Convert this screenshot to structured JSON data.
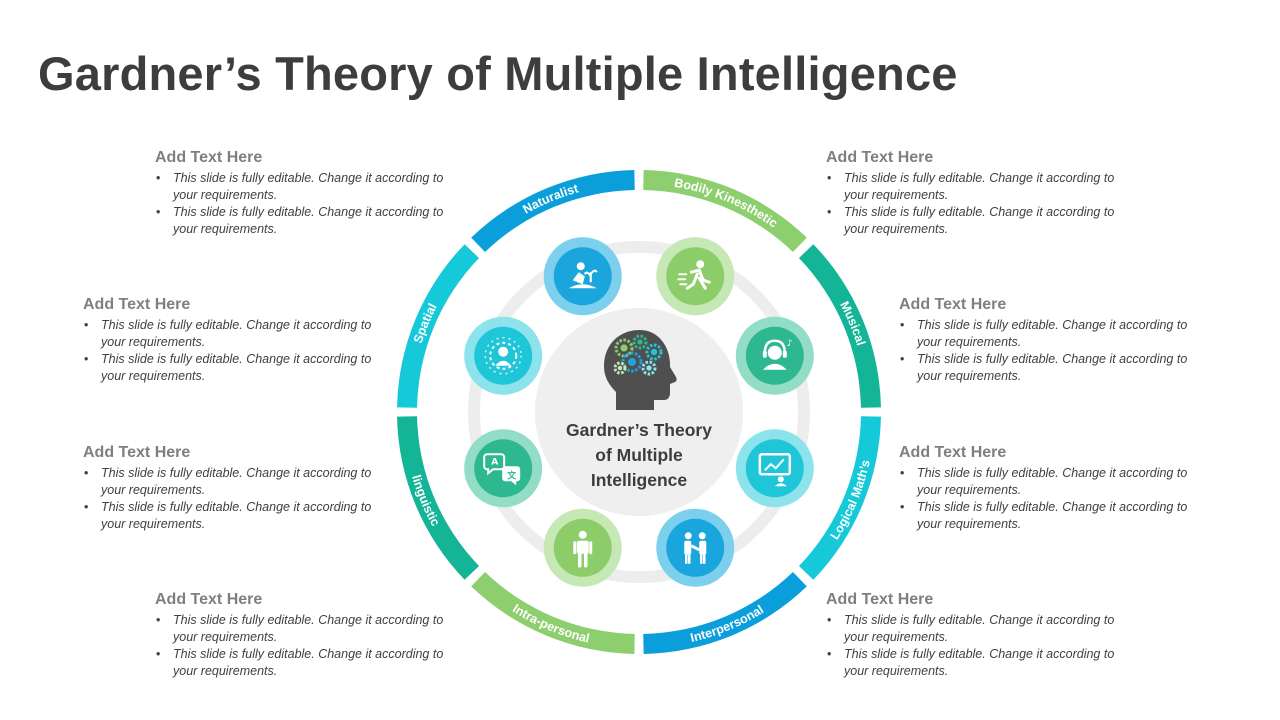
{
  "title": "Gardner’s Theory of Multiple Intelligence",
  "center": {
    "lines": [
      "Gardner’s Theory",
      "of Multiple",
      "Intelligence"
    ],
    "icon": "head-gears-icon"
  },
  "segments": [
    {
      "label": "Naturalist",
      "color": "#0a9fdb",
      "icon": "gardening-person-icon",
      "icon_color": "#1aa6dd",
      "icon_ring": "#7cd0ee"
    },
    {
      "label": "Bodily Kinesthetic",
      "color": "#8dcf6f",
      "icon": "running-person-icon",
      "icon_color": "#8ccd6a",
      "icon_ring": "#c5e8b5"
    },
    {
      "label": "Musical",
      "color": "#13b596",
      "icon": "headphones-person-icon",
      "icon_color": "#2db88f",
      "icon_ring": "#93dcc6"
    },
    {
      "label": "Logical Math’s",
      "color": "#16c9d9",
      "icon": "presentation-board-icon",
      "icon_color": "#1fc6d8",
      "icon_ring": "#8de3ec"
    },
    {
      "label": "Interpersonal",
      "color": "#0a9fdb",
      "icon": "handshake-people-icon",
      "icon_color": "#1aa6dd",
      "icon_ring": "#7cd0ee"
    },
    {
      "label": "Intra-personal",
      "color": "#8dcf6f",
      "icon": "standing-person-icon",
      "icon_color": "#8ccd6a",
      "icon_ring": "#c5e8b5"
    },
    {
      "label": "linguistic",
      "color": "#13b596",
      "icon": "translation-bubbles-icon",
      "icon_color": "#2db88f",
      "icon_ring": "#93dcc6"
    },
    {
      "label": "Spatial",
      "color": "#16c9d9",
      "icon": "person-radar-icon",
      "icon_color": "#1fc6d8",
      "icon_ring": "#8de3ec"
    }
  ],
  "text_blocks": [
    {
      "heading": "Add Text Here",
      "bullets": [
        "This slide is fully editable. Change it according to your requirements.",
        "This slide is fully editable. Change it according to your requirements."
      ]
    },
    {
      "heading": "Add Text Here",
      "bullets": [
        "This slide is fully editable. Change it according to your requirements.",
        "This slide is fully editable. Change it according to your requirements."
      ]
    },
    {
      "heading": "Add Text Here",
      "bullets": [
        "This slide is fully editable. Change it according to your requirements.",
        "This slide is fully editable. Change it according to your requirements."
      ]
    },
    {
      "heading": "Add Text Here",
      "bullets": [
        "This slide is fully editable. Change it according to your requirements.",
        "This slide is fully editable. Change it according to your requirements."
      ]
    },
    {
      "heading": "Add Text Here",
      "bullets": [
        "This slide is fully editable. Change it according to your requirements.",
        "This slide is fully editable. Change it according to your requirements."
      ]
    },
    {
      "heading": "Add Text Here",
      "bullets": [
        "This slide is fully editable. Change it according to your requirements.",
        "This slide is fully editable. Change it according to your requirements."
      ]
    },
    {
      "heading": "Add Text Here",
      "bullets": [
        "This slide is fully editable. Change it according to your requirements.",
        "This slide is fully editable. Change it according to your requirements."
      ]
    },
    {
      "heading": "Add Text Here",
      "bullets": [
        "This slide is fully editable. Change it according to your requirements.",
        "This slide is fully editable. Change it according to your requirements."
      ]
    }
  ],
  "colors": {
    "title": "#3d3d3d",
    "heading": "#7f7f7f",
    "body": "#404040",
    "center_disc": "#efefef",
    "inner_ring": "#ededed",
    "head": "#4f4f4f"
  }
}
